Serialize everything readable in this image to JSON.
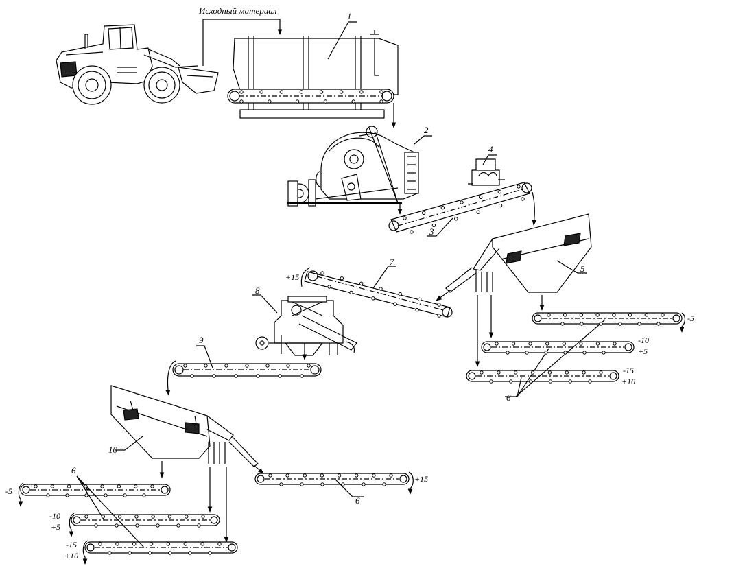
{
  "feed_material_label": "Исходный материал",
  "callouts": {
    "n1": "1",
    "n2": "2",
    "n3": "3",
    "n4": "4",
    "n5": "5",
    "n6": "6",
    "n7": "7",
    "n8": "8",
    "n9": "9",
    "n10": "10"
  },
  "fractions": {
    "r_minus5": "-5",
    "r_minus10": "-10",
    "r_plus5": "+5",
    "r_minus15": "-15",
    "r_plus10": "+10",
    "c7_plus15": "+15",
    "l_minus5": "-5",
    "l_minus10": "-10",
    "l_plus5": "+5",
    "l_minus15": "-15",
    "l_plus10": "+10",
    "b_plus15": "+15"
  }
}
